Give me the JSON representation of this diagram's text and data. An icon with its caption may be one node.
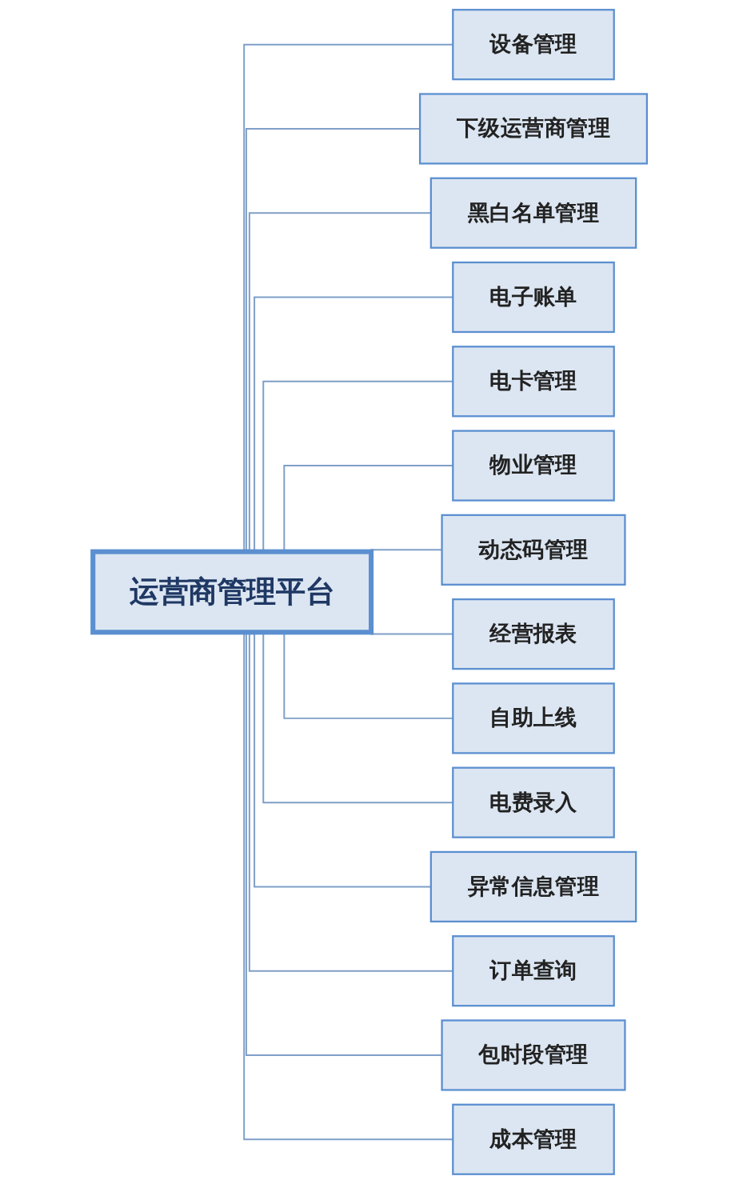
{
  "diagram": {
    "nodes": [
      {
        "text": [
          "运营商管理平台"
        ]
      },
      {
        "text": [
          "设备管理"
        ]
      },
      {
        "text": [
          "下级运营商管理"
        ]
      },
      {
        "text": [
          "黑白名单管理"
        ]
      },
      {
        "text": [
          "电子账单"
        ]
      },
      {
        "text": [
          "电卡管理"
        ]
      },
      {
        "text": [
          "物业管理"
        ]
      },
      {
        "text": [
          "动态码管理"
        ]
      },
      {
        "text": [
          "经营报表"
        ]
      },
      {
        "text": [
          "自助上线"
        ]
      },
      {
        "text": [
          "电费录入"
        ]
      },
      {
        "text": [
          "异常信息管理"
        ]
      },
      {
        "text": [
          "订单查询"
        ]
      },
      {
        "text": [
          "包时段管理"
        ]
      },
      {
        "text": [
          "成本管理"
        ]
      }
    ],
    "edges": [
      {
        "from": 0,
        "to": 1,
        "arrow": "none"
      },
      {
        "from": 0,
        "to": 2,
        "arrow": "none"
      },
      {
        "from": 0,
        "to": 3,
        "arrow": "none"
      },
      {
        "from": 0,
        "to": 4,
        "arrow": "none"
      },
      {
        "from": 0,
        "to": 5,
        "arrow": "none"
      },
      {
        "from": 0,
        "to": 6,
        "arrow": "none"
      },
      {
        "from": 0,
        "to": 7,
        "arrow": "none"
      },
      {
        "from": 0,
        "to": 8,
        "arrow": "none"
      },
      {
        "from": 0,
        "to": 9,
        "arrow": "none"
      },
      {
        "from": 0,
        "to": 10,
        "arrow": "none"
      },
      {
        "from": 0,
        "to": 11,
        "arrow": "none"
      },
      {
        "from": 0,
        "to": 12,
        "arrow": "none"
      },
      {
        "from": 0,
        "to": 13,
        "arrow": "none"
      },
      {
        "from": 0,
        "to": 14,
        "arrow": "none"
      }
    ]
  }
}
